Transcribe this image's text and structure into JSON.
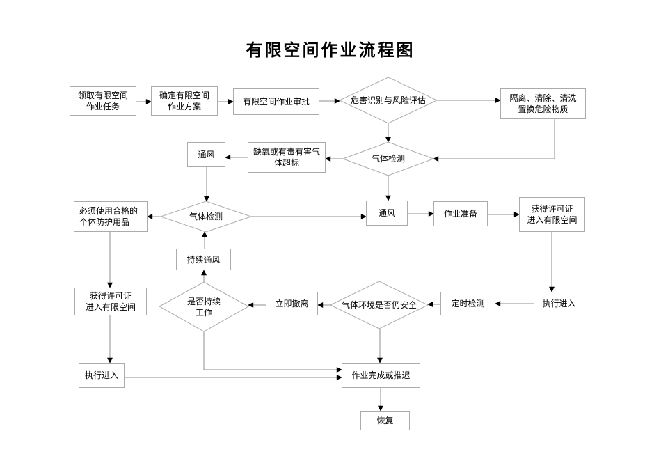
{
  "title": "有限空间作业流程图",
  "colors": {
    "background": "#ffffff",
    "shape_border": "#ababab",
    "connector_line": "#8c8c8c",
    "arrowhead": "#000000",
    "text": "#000000"
  },
  "nodes": {
    "receive_task": {
      "type": "process",
      "label": "领取有限空间\n作业任务"
    },
    "define_plan": {
      "type": "process",
      "label": "确定有限空间\n作业方案"
    },
    "approval": {
      "type": "process",
      "label": "有限空间作业审批"
    },
    "hazard_assessment": {
      "type": "decision",
      "label": "危害识别与风险评估"
    },
    "isolate_clean": {
      "type": "process",
      "label": "隔离、清除、清洗\n置换危险物质"
    },
    "gas_detect_1": {
      "type": "decision",
      "label": "气体检测"
    },
    "gas_exceed": {
      "type": "process",
      "label": "缺氧或有毒有害气\n体超标"
    },
    "ventilate_1": {
      "type": "process",
      "label": "通风"
    },
    "gas_detect_2": {
      "type": "decision",
      "label": "气体检测"
    },
    "ppe_required": {
      "type": "process",
      "label": "必须使用合格的\n个体防护用品"
    },
    "ventilate_2": {
      "type": "process",
      "label": "通风"
    },
    "work_prep": {
      "type": "process",
      "label": "作业准备"
    },
    "permit_entry_1": {
      "type": "process",
      "label": "获得许可证\n进入有限空间"
    },
    "continuous_vent": {
      "type": "process",
      "label": "持续通风"
    },
    "permit_entry_2": {
      "type": "process",
      "label": "获得许可证\n进入有限空间"
    },
    "continue_work": {
      "type": "decision",
      "label": "是否持续\n工作"
    },
    "evacuate_now": {
      "type": "process",
      "label": "立即撤离"
    },
    "gas_still_safe": {
      "type": "decision",
      "label": "气体环境是否仍安全"
    },
    "timed_detect": {
      "type": "process",
      "label": "定时检测"
    },
    "execute_entry_1": {
      "type": "process",
      "label": "执行进入"
    },
    "execute_entry_2": {
      "type": "process",
      "label": "执行进入"
    },
    "work_done_or_delay": {
      "type": "process",
      "label": "作业完成或推迟"
    },
    "recover": {
      "type": "process",
      "label": "恢复"
    }
  }
}
